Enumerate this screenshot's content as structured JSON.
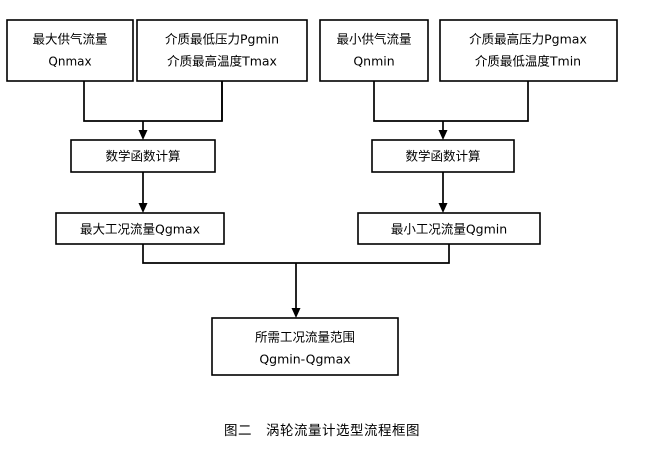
{
  "figure": {
    "caption": "图二　涡轮流量计选型流程框图",
    "caption_label": "图二",
    "caption_title": "涡轮流量计选型流程框图"
  },
  "colors": {
    "background": "#ffffff",
    "box_fill": "#ffffff",
    "line": "#000000",
    "text": "#000000"
  },
  "nodes": {
    "input_max_flow": {
      "line1": "最大供气流量",
      "line2": "Qnmax"
    },
    "input_max_condition": {
      "line1": "介质最低压力Pgmin",
      "line2": "介质最高温度Tmax"
    },
    "input_min_flow": {
      "line1": "最小供气流量",
      "line2": "Qnmin"
    },
    "input_min_condition": {
      "line1": "介质最高压力Pgmax",
      "line2": "介质最低温度Tmin"
    },
    "calc_left": {
      "line1": "数学函数计算"
    },
    "calc_right": {
      "line1": "数学函数计算"
    },
    "result_max": {
      "line1": "最大工况流量Qgmax"
    },
    "result_min": {
      "line1": "最小工况流量Qgmin"
    },
    "result_range": {
      "line1": "所需工况流量范围",
      "line2": "Qgmin-Qgmax"
    }
  }
}
